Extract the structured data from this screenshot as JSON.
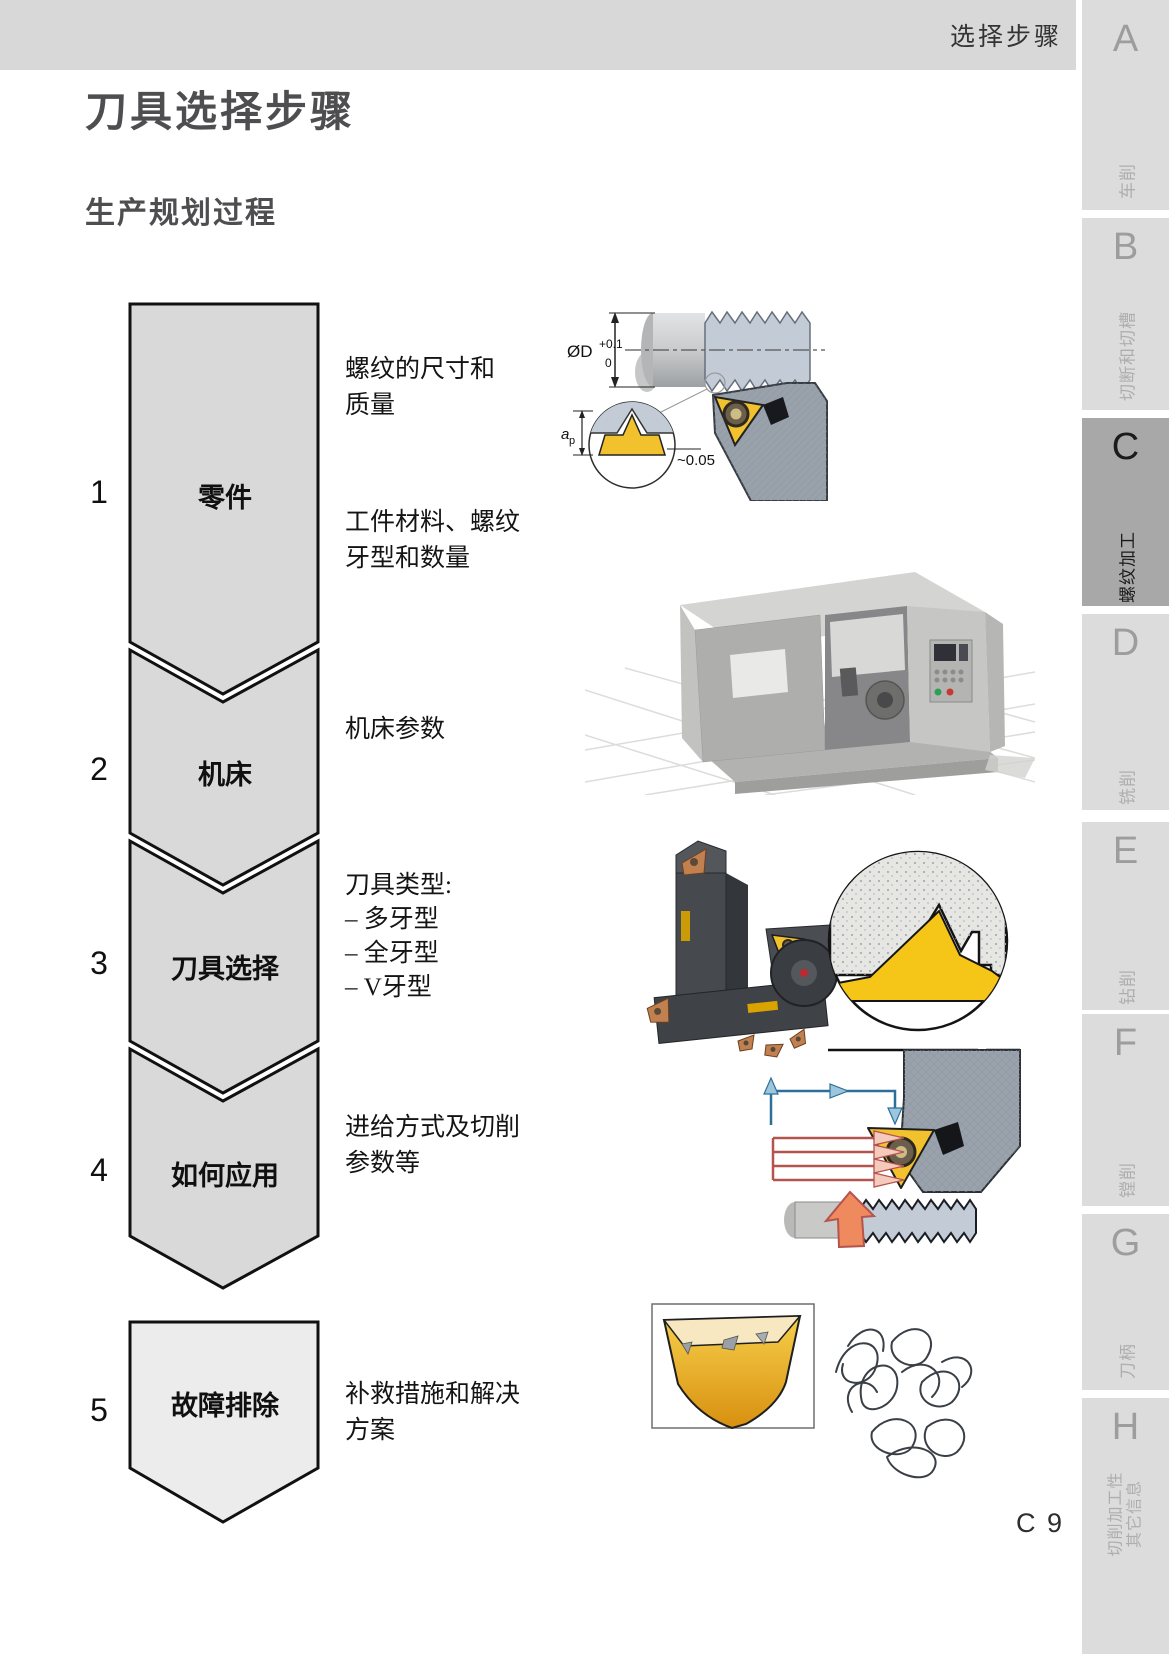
{
  "header": {
    "section_label": "选择步骤"
  },
  "page": {
    "title": "刀具选择步骤",
    "subtitle": "生产规划过程",
    "page_number": "C 9"
  },
  "steps": [
    {
      "num": "1",
      "label": "零件",
      "texts": [
        "螺纹的尺寸和\n质量",
        "工件材料、螺纹\n牙型和数量"
      ]
    },
    {
      "num": "2",
      "label": "机床",
      "texts": [
        "机床参数"
      ]
    },
    {
      "num": "3",
      "label": "刀具选择",
      "texts": [
        "刀具类型:\n– 多牙型\n– 全牙型\n– V牙型"
      ]
    },
    {
      "num": "4",
      "label": "如何应用",
      "texts": [
        "进给方式及切削\n参数等"
      ]
    },
    {
      "num": "5",
      "label": "故障排除",
      "texts": [
        "补救措施和解决\n方案"
      ]
    }
  ],
  "sidebar": {
    "tabs": [
      {
        "letter": "A",
        "label": "车削",
        "active": false
      },
      {
        "letter": "B",
        "label": "切断和切槽",
        "active": false
      },
      {
        "letter": "C",
        "label": "螺纹加工",
        "active": true
      },
      {
        "letter": "D",
        "label": "铣削",
        "active": false
      },
      {
        "letter": "E",
        "label": "钻削",
        "active": false
      },
      {
        "letter": "F",
        "label": "镗削",
        "active": false
      },
      {
        "letter": "G",
        "label": "刀柄",
        "active": false
      },
      {
        "letter": "H",
        "label": "切削加工性\n其它信息",
        "active": false
      }
    ]
  },
  "figure_labels": {
    "diameter_main": "ØD",
    "diameter_sup": "+0.1",
    "diameter_sub": "0",
    "ap_main": "a",
    "ap_sub": "p",
    "tolerance": "~0.05"
  },
  "colors": {
    "header_band": "#d8d8d8",
    "step_fill": "#d9d9d9",
    "step5_fill": "#ececec",
    "active_tab": "#a8a8a8",
    "insert_yellow": "#f2c12e",
    "pass_arrow_red": "#b5534d",
    "feed_arrow_blue": "#2e6f99"
  }
}
